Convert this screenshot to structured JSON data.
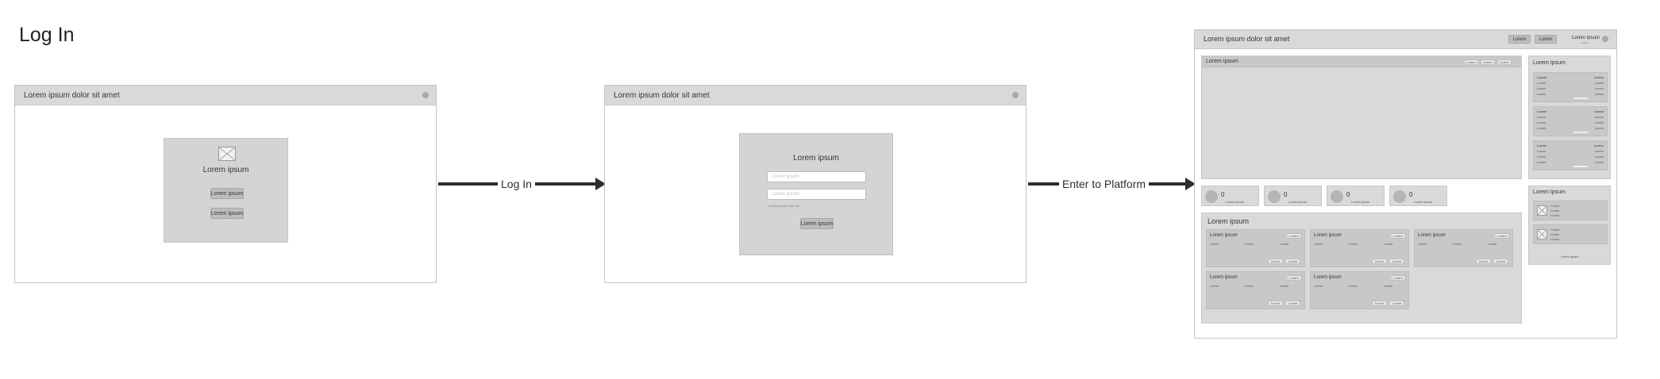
{
  "page_title": "Log In",
  "screen1": {
    "title": "Lorem ipsum dolor sit amet",
    "card_title": "Lorem ipsum",
    "buttons": [
      "Lorem ipsum",
      "Lorem ipsum"
    ]
  },
  "arrow1_label": "Log In",
  "screen2": {
    "title": "Lorem ipsum dolor sit amet",
    "card_title": "Lorem ipsum",
    "fields": [
      "Lorem ipsum",
      "Lorem ipsum"
    ],
    "helper_text": "Lorem ipsum dolor sit",
    "button": "Lorem ipsum"
  },
  "arrow2_label": "Enter to Platform",
  "screen3": {
    "title": "Lorem ipsum dolor sit amet",
    "nav_buttons": [
      "Lorem",
      "Lorem"
    ],
    "user_name": "Lorem Ipsum",
    "user_sub": "Lorem",
    "main_panel": {
      "title": "Lorem Ipsum",
      "buttons": [
        "Lorem",
        "Lorem",
        "Lorem"
      ]
    },
    "stats": [
      {
        "value": "0",
        "label": "Lorem ipsum"
      },
      {
        "value": "0",
        "label": "Lorem ipsum"
      },
      {
        "value": "0",
        "label": "Lorem ipsum"
      },
      {
        "value": "0",
        "label": "Lorem ipsum"
      }
    ],
    "list_panel": {
      "title": "Lorem ipsum",
      "cards": [
        {
          "title": "Lorem ipsum",
          "tag": "Lorem",
          "cols": [
            "Lorem",
            "Lorem",
            "Lorem"
          ],
          "actions": [
            "Lorem",
            "Lorem"
          ]
        },
        {
          "title": "Lorem ipsum",
          "tag": "Lorem",
          "cols": [
            "Lorem",
            "Lorem",
            "Lorem"
          ],
          "actions": [
            "Lorem",
            "Lorem"
          ]
        },
        {
          "title": "Lorem ipsum",
          "tag": "Lorem",
          "cols": [
            "Lorem",
            "Lorem",
            "Lorem"
          ],
          "actions": [
            "Lorem",
            "Lorem"
          ]
        },
        {
          "title": "Lorem ipsum",
          "tag": "Lorem",
          "cols": [
            "Lorem",
            "Lorem",
            "Lorem"
          ],
          "actions": [
            "Lorem",
            "Lorem"
          ]
        },
        {
          "title": "Lorem ipsum",
          "tag": "Lorem",
          "cols": [
            "Lorem",
            "Lorem",
            "Lorem"
          ],
          "actions": [
            "Lorem",
            "Lorem"
          ]
        }
      ]
    },
    "side_panel1": {
      "title": "Lorem Ipsum",
      "blocks": [
        {
          "rows": [
            [
              "Lorem",
              "Lorem"
            ],
            [
              "Lorem",
              "Lorem"
            ],
            [
              "Lorem",
              "Lorem"
            ],
            [
              "Lorem",
              "Lorem"
            ]
          ]
        },
        {
          "rows": [
            [
              "Lorem",
              "Lorem"
            ],
            [
              "Lorem",
              "Lorem"
            ],
            [
              "Lorem",
              "Lorem"
            ],
            [
              "Lorem",
              "Lorem"
            ]
          ]
        },
        {
          "rows": [
            [
              "Lorem",
              "Lorem"
            ],
            [
              "Lorem",
              "Lorem"
            ],
            [
              "Lorem",
              "Lorem"
            ],
            [
              "Lorem",
              "Lorem"
            ]
          ]
        }
      ]
    },
    "side_panel2": {
      "title": "Lorem Ipsum",
      "items": [
        {
          "lines": [
            "Lorem",
            "Lorem",
            "Lorem"
          ]
        },
        {
          "lines": [
            "Lorem",
            "Lorem",
            "Lorem"
          ]
        }
      ],
      "footer": "Lorem ipsum"
    }
  }
}
